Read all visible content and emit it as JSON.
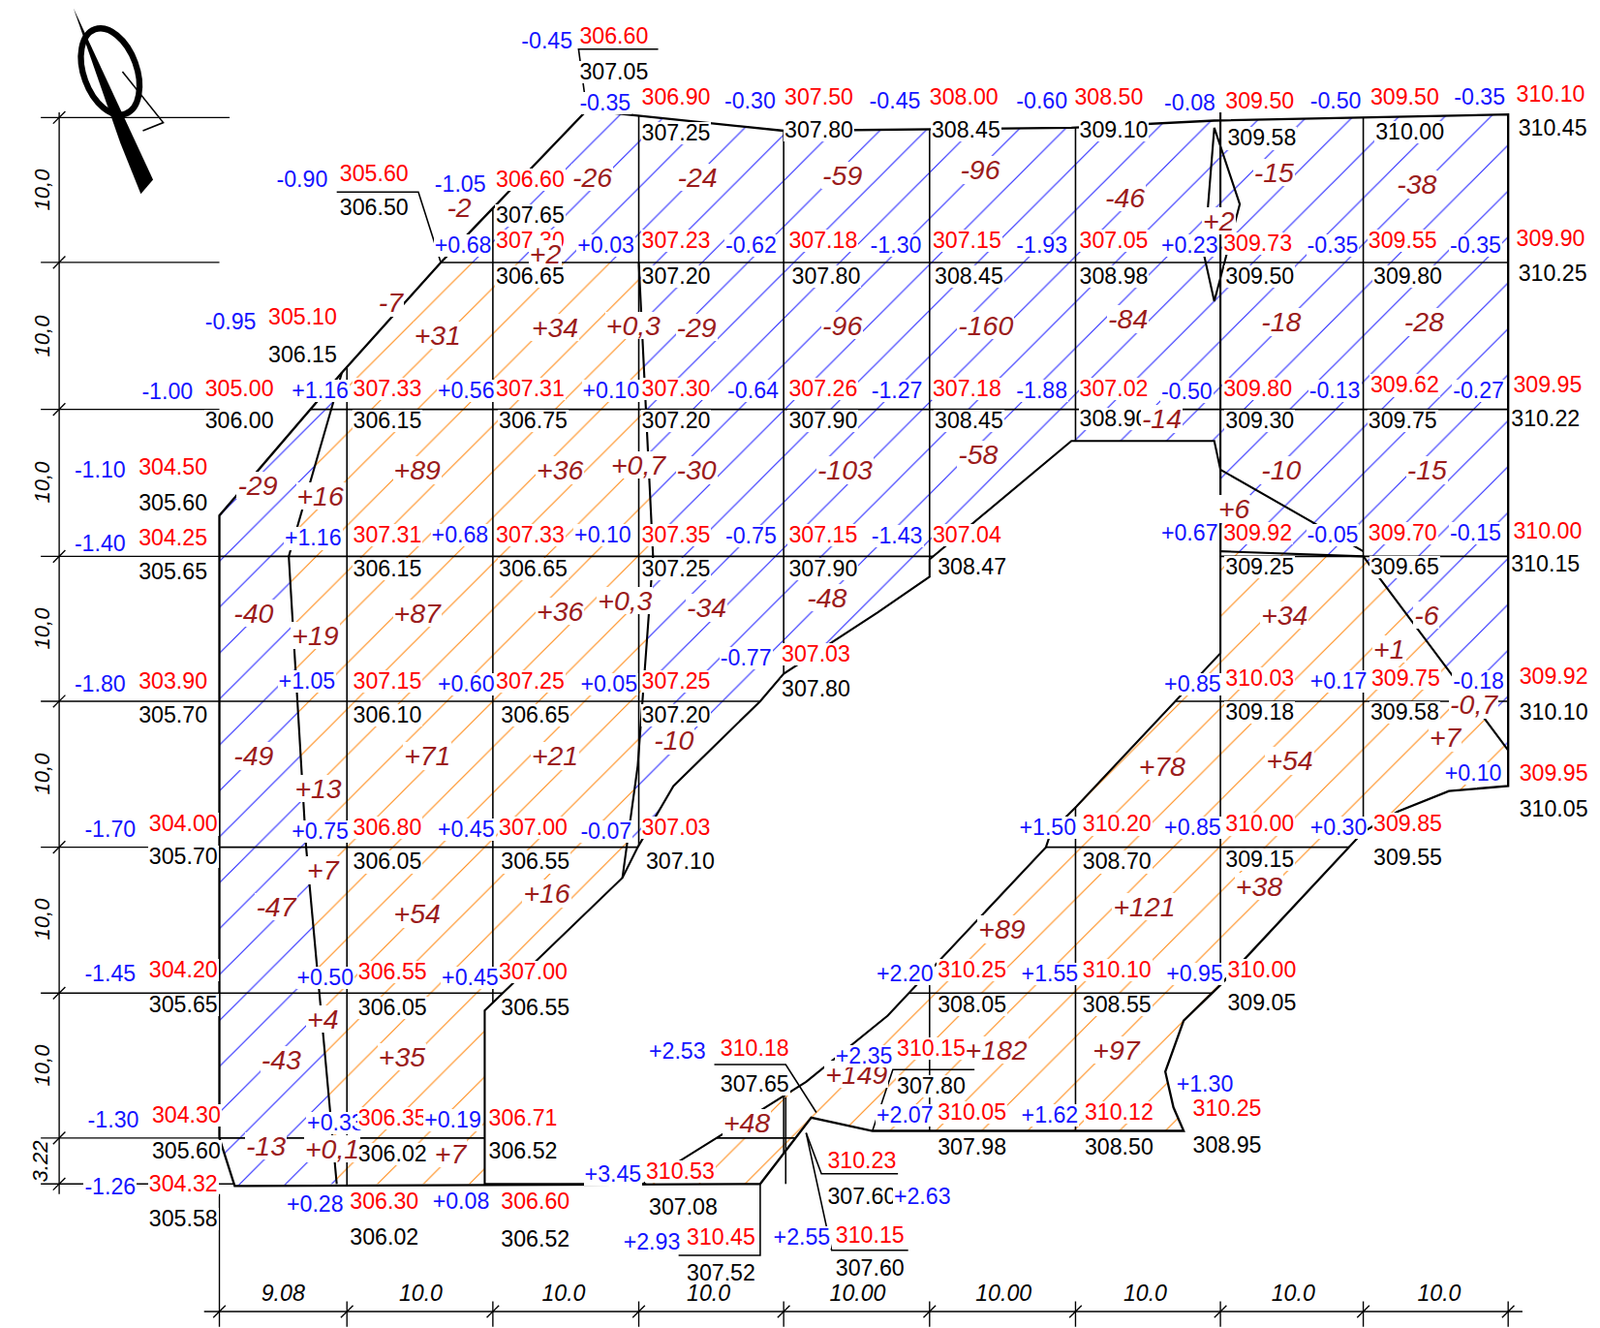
{
  "diagram": {
    "labels": [
      "-0.45",
      "306.60",
      "307.05",
      "-0.35",
      "306.90",
      "-0.30",
      "307.50",
      "-0.45",
      "308.00",
      "-0.60",
      "308.50",
      "-0.08",
      "309.50",
      "-0.50",
      "309.50",
      "-0.35",
      "310.10",
      "307.25",
      "307.80",
      "308.45",
      "309.10",
      "309.58",
      "310.00",
      "310.45",
      "-0.90",
      "305.60",
      "306.50",
      "-1.05",
      "306.60",
      "307.65",
      "-26",
      "-24",
      "-59",
      "-96",
      "-46",
      "-15",
      "-38",
      "-2",
      "+0.68",
      "307.30",
      "+0.03",
      "307.23",
      "-0.62",
      "307.18",
      "-1.30",
      "307.15",
      "-1.93",
      "307.05",
      "+0.23",
      "309.73",
      "-0.35",
      "309.55",
      "-0.35",
      "309.90",
      "+2",
      "+2",
      "306.65",
      "307.20",
      "307.80",
      "308.45",
      "308.98",
      "309.50",
      "309.80",
      "310.25",
      "-0.95",
      "305.10",
      "306.15",
      "-7",
      "+31",
      "+34",
      "+0,3",
      "-29",
      "-96",
      "-160",
      "-84",
      "-18",
      "-28",
      "-1.00",
      "305.00",
      "306.00",
      "+1.16",
      "307.33",
      "+0.56",
      "307.31",
      "+0.10",
      "307.30",
      "-0.64",
      "307.26",
      "-1.27",
      "307.18",
      "-1.88",
      "307.02",
      "-0.50",
      "309.80",
      "-0.13",
      "309.62",
      "-0.27",
      "309.95",
      "306.15",
      "306.75",
      "307.20",
      "307.90",
      "308.45",
      "308.90",
      "-14",
      "309.30",
      "309.75",
      "310.22",
      "-1.10",
      "304.50",
      "305.60",
      "-29",
      "+16",
      "+89",
      "+36",
      "+0,7",
      "-30",
      "-103",
      "-58",
      "-10",
      "-15",
      "+6",
      "-1.40",
      "304.25",
      "305.65",
      "+1.16",
      "307.31",
      "+0.68",
      "307.33",
      "+0.10",
      "307.35",
      "-0.75",
      "307.15",
      "-1.43",
      "307.04",
      "+0.67",
      "309.92",
      "-0.05",
      "309.70",
      "-0.15",
      "310.00",
      "306.15",
      "306.65",
      "307.25",
      "307.90",
      "308.47",
      "309.25",
      "309.65",
      "310.15",
      "-40",
      "+19",
      "+87",
      "+36",
      "+0,3",
      "-34",
      "-48",
      "+34",
      "-6",
      "+1",
      "-0.77",
      "307.03",
      "307.80",
      "-1.80",
      "303.90",
      "305.70",
      "+1.05",
      "307.15",
      "+0.60",
      "307.25",
      "+0.05",
      "307.25",
      "+0.85",
      "310.03",
      "+0.17",
      "309.75",
      "-0.18",
      "309.92",
      "306.10",
      "306.65",
      "307.20",
      "309.18",
      "309.58",
      "310.10",
      "-0,7",
      "-49",
      "+71",
      "+21",
      "-10",
      "+13",
      "+78",
      "+54",
      "+7",
      "+0.10",
      "309.95",
      "310.05",
      "-1.70",
      "304.00",
      "305.70",
      "+0.75",
      "306.80",
      "+0.45",
      "307.00",
      "-0.07",
      "307.03",
      "+1.50",
      "310.20",
      "+0.85",
      "310.00",
      "+0.30",
      "309.85",
      "306.05",
      "306.55",
      "307.10",
      "308.70",
      "309.15",
      "309.55",
      "+7",
      "-47",
      "+54",
      "+16",
      "+89",
      "+121",
      "+38",
      "-1.45",
      "304.20",
      "305.65",
      "+0.50",
      "306.55",
      "+0.45",
      "307.00",
      "+2.20",
      "310.25",
      "+1.55",
      "310.10",
      "+0.95",
      "310.00",
      "306.05",
      "306.55",
      "308.05",
      "308.55",
      "309.05",
      "+4",
      "-43",
      "+35",
      "+182",
      "+97",
      "+149",
      "+48",
      "+2.53",
      "310.18",
      "307.65",
      "+2.35",
      "310.15",
      "307.80",
      "+1.30",
      "310.25",
      "308.95",
      "-1.30",
      "304.30",
      "305.60",
      "+0.33",
      "306.35",
      "+0.19",
      "306.71",
      "-13",
      "+0,1",
      "+7",
      "306.02",
      "306.52",
      "+2.07",
      "310.05",
      "+1.62",
      "310.12",
      "307.98",
      "308.50",
      "310.23",
      "307.60",
      "+2.63",
      "-1.26",
      "304.32",
      "305.58",
      "+0.28",
      "306.30",
      "+0.08",
      "306.60",
      "306.02",
      "306.52",
      "+3.45",
      "310.53",
      "307.08",
      "+2.93",
      "310.45",
      "307.52",
      "+2.55",
      "310.15",
      "307.60",
      "9.08",
      "10.0",
      "10.0",
      "10.0",
      "10.00",
      "10.00",
      "10.0",
      "10.0",
      "10.0",
      "10,0",
      "10,0",
      "10,0",
      "10,0",
      "10,0",
      "10,0",
      "10,0",
      "3.22"
    ]
  }
}
